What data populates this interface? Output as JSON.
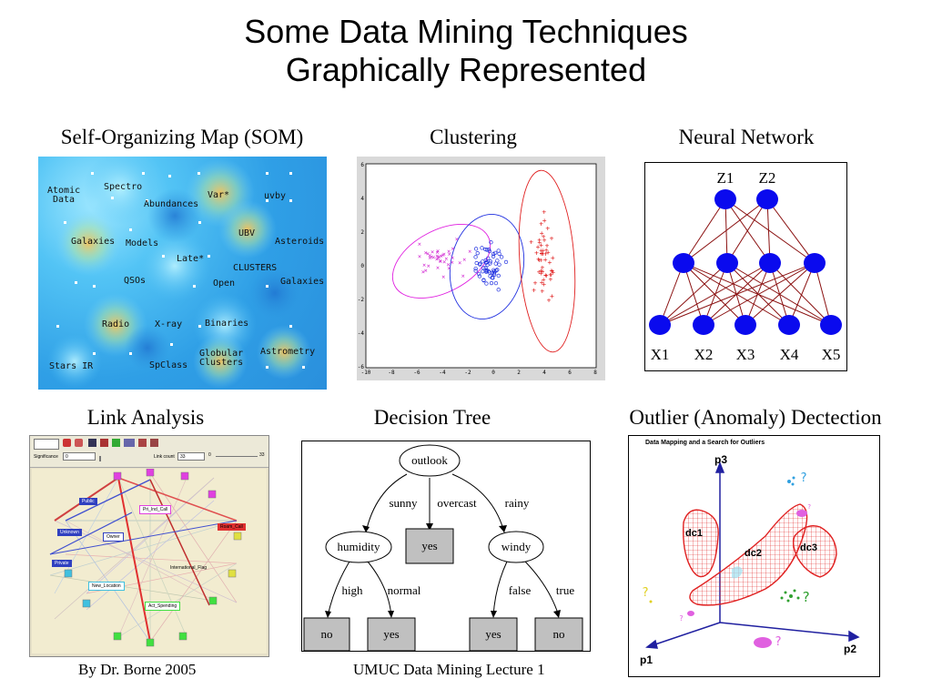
{
  "title_line1": "Some Data Mining Techniques",
  "title_line2": "Graphically Represented",
  "captions": {
    "som": "Self-Organizing Map (SOM)",
    "clustering": "Clustering",
    "neural": "Neural Network",
    "link": "Link Analysis",
    "tree": "Decision Tree",
    "outlier": "Outlier (Anomaly) Dectection"
  },
  "footer": {
    "author": "By Dr. Borne 2005",
    "lecture": "UMUC Data Mining Lecture 1"
  },
  "som": {
    "labels": [
      "Atomic",
      "Data",
      "Spectro",
      "Abundances",
      "Var*",
      "uvby",
      "UBV",
      "Galaxies",
      "Models",
      "Late*",
      "Asteroids",
      "CLUSTERS",
      "QSOs",
      "Open",
      "Galaxies",
      "Radio",
      "X-ray",
      "Binaries",
      "Globular",
      "Clusters",
      "Astrometry",
      "Stars IR",
      "SpClass"
    ]
  },
  "clustering": {
    "xticks": [
      "-10",
      "-8",
      "-6",
      "-4",
      "-2",
      "0",
      "2",
      "4",
      "6",
      "8"
    ],
    "yticks": [
      "6",
      "4",
      "2",
      "0",
      "-2",
      "-4",
      "-6"
    ]
  },
  "neural": {
    "outputs": [
      "Z1",
      "Z2"
    ],
    "inputs": [
      "X1",
      "X2",
      "X3",
      "X4",
      "X5"
    ]
  },
  "link": {
    "significance_label": "Significance",
    "significance_value": "0",
    "linkcount_label": "Link count",
    "linkcount_value": "33",
    "slider_min": "0",
    "slider_max": "33",
    "nodes": [
      "Public",
      "Unknown",
      "Owner",
      "Private",
      "New_Location",
      "Pri_Ind_Call",
      "International_Flag",
      "Act_Spending",
      "Roam_Call"
    ]
  },
  "tree": {
    "root": "outlook",
    "edges": [
      "sunny",
      "overcast",
      "rainy",
      "high",
      "normal",
      "false",
      "true"
    ],
    "internal": [
      "humidity",
      "windy"
    ],
    "leaves": [
      "yes",
      "no",
      "yes",
      "yes",
      "no"
    ]
  },
  "outlier": {
    "header": "Data Mapping and a Search for Outliers",
    "axes": [
      "p3",
      "p1",
      "p2"
    ],
    "clusters": [
      "dc1",
      "dc2",
      "dc3"
    ]
  }
}
